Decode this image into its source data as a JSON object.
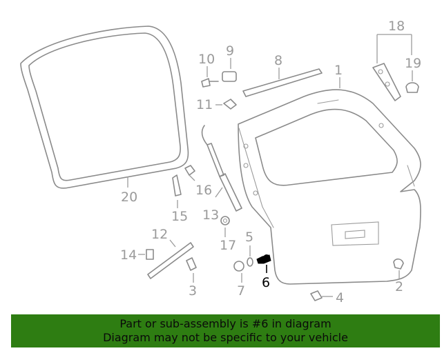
{
  "diagram": {
    "callouts": {
      "p1": "1",
      "p2": "2",
      "p3": "3",
      "p4": "4",
      "p5": "5",
      "p6": "6",
      "p7": "7",
      "p8": "8",
      "p9": "9",
      "p10": "10",
      "p11": "11",
      "p12": "12",
      "p13": "13",
      "p14": "14",
      "p15": "15",
      "p16": "16",
      "p17": "17",
      "p18": "18",
      "p19": "19",
      "p20": "20"
    },
    "highlighted_part": "6",
    "colors": {
      "line": "#8a8a8a",
      "highlight": "#000000",
      "banner": "#2e7d12"
    }
  },
  "banner": {
    "line1": "Part or sub-assembly is #6 in diagram",
    "line2": "Diagram may not be specific to your vehicle"
  }
}
